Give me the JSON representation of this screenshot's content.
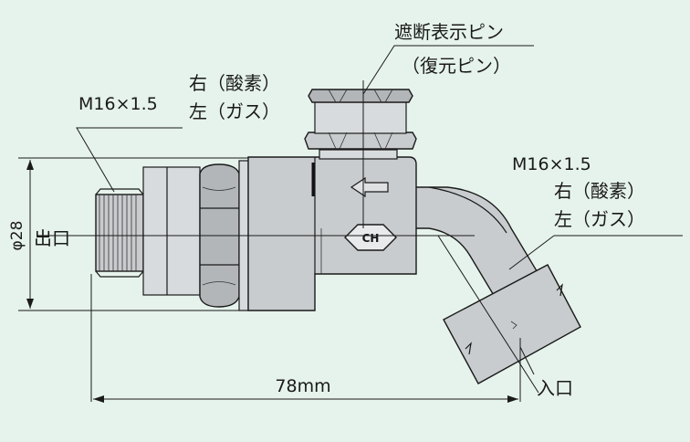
{
  "labels": {
    "top_pin_line1": "遮断表示ピン",
    "top_pin_line2": "（復元ピン）",
    "outlet_thread": "M16×1.5",
    "outlet_right": "右（酸素）",
    "outlet_left": "左（ガス）",
    "inlet_thread": "M16×1.5",
    "inlet_right": "右（酸素）",
    "inlet_left": "左（ガス）",
    "diameter": "φ28",
    "outlet": "出口",
    "inlet": "入口",
    "length": "78mm",
    "body_mark": "CH"
  },
  "colors": {
    "background": "#e6f3ec",
    "metal": "#c9ccce",
    "line": "#1a1a1a"
  }
}
